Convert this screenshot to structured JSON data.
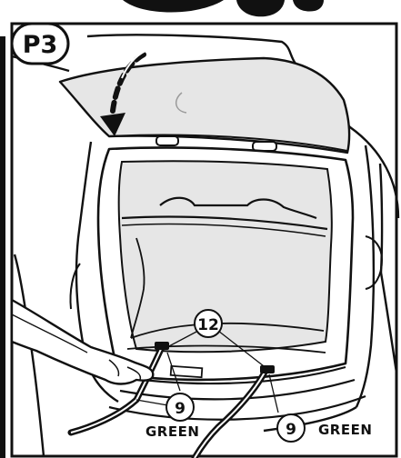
{
  "step_label": "P3",
  "callouts": {
    "part_12": "12",
    "part_9_left": "9",
    "part_9_right": "9"
  },
  "labels": {
    "green_left": "GREEN",
    "green_right": "GREEN"
  },
  "icons": {
    "open_arrow": "curved-arrow-down-icon",
    "hand": "hand-illustration"
  },
  "colors": {
    "line": "#111111",
    "panel_fill": "#e6e6e6",
    "background": "#ffffff"
  }
}
